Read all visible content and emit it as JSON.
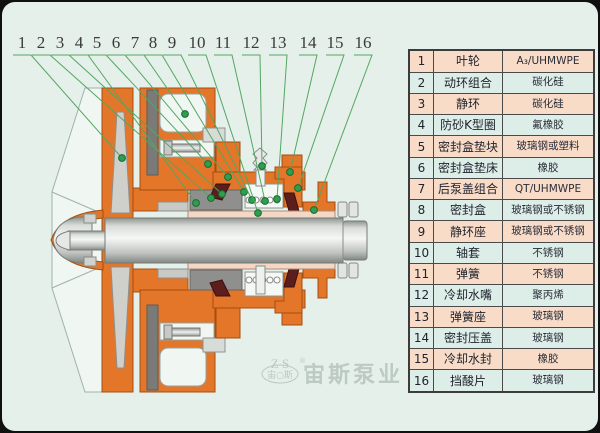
{
  "colors": {
    "frame": "#101010",
    "panel_bg": "#e4f0e9",
    "casing_orange": "#e4762a",
    "orange_edge": "#a44f10",
    "leader_green": "#54a662",
    "dot_green": "#2f9e4f",
    "seal_maroon": "#5c1d1d",
    "table_row_odd": "#f9dcc8",
    "table_row_even": "#ddeee9",
    "table_border": "#3c3c3c"
  },
  "watermark": {
    "logo_top": "Z S",
    "logo_oval": "宙○斯",
    "reg": "®",
    "name": "宙斯泵业"
  },
  "parts": [
    {
      "no": "1",
      "name": "叶轮",
      "material": "A₃/UHMWPE"
    },
    {
      "no": "2",
      "name": "动环组合",
      "material": "碳化硅"
    },
    {
      "no": "3",
      "name": "静环",
      "material": "碳化硅"
    },
    {
      "no": "4",
      "name": "防砂K型圈",
      "material": "氟橡胶"
    },
    {
      "no": "5",
      "name": "密封盒垫块",
      "material": "玻璃钢或塑料"
    },
    {
      "no": "6",
      "name": "密封盒垫床",
      "material": "橡胶"
    },
    {
      "no": "7",
      "name": "后泵盖组合",
      "material": "QT/UHMWPE"
    },
    {
      "no": "8",
      "name": "密封盒",
      "material": "玻璃钢或不锈钢"
    },
    {
      "no": "9",
      "name": "静环座",
      "material": "玻璃钢或不锈钢"
    },
    {
      "no": "10",
      "name": "轴套",
      "material": "不锈钢"
    },
    {
      "no": "11",
      "name": "弹簧",
      "material": "不锈钢"
    },
    {
      "no": "12",
      "name": "冷却水嘴",
      "material": "聚丙烯"
    },
    {
      "no": "13",
      "name": "弹簧座",
      "material": "玻璃钢"
    },
    {
      "no": "14",
      "name": "密封压盖",
      "material": "玻璃钢"
    },
    {
      "no": "15",
      "name": "冷却水封",
      "material": "橡胶"
    },
    {
      "no": "16",
      "name": "挡酸片",
      "material": "玻璃钢"
    }
  ]
}
